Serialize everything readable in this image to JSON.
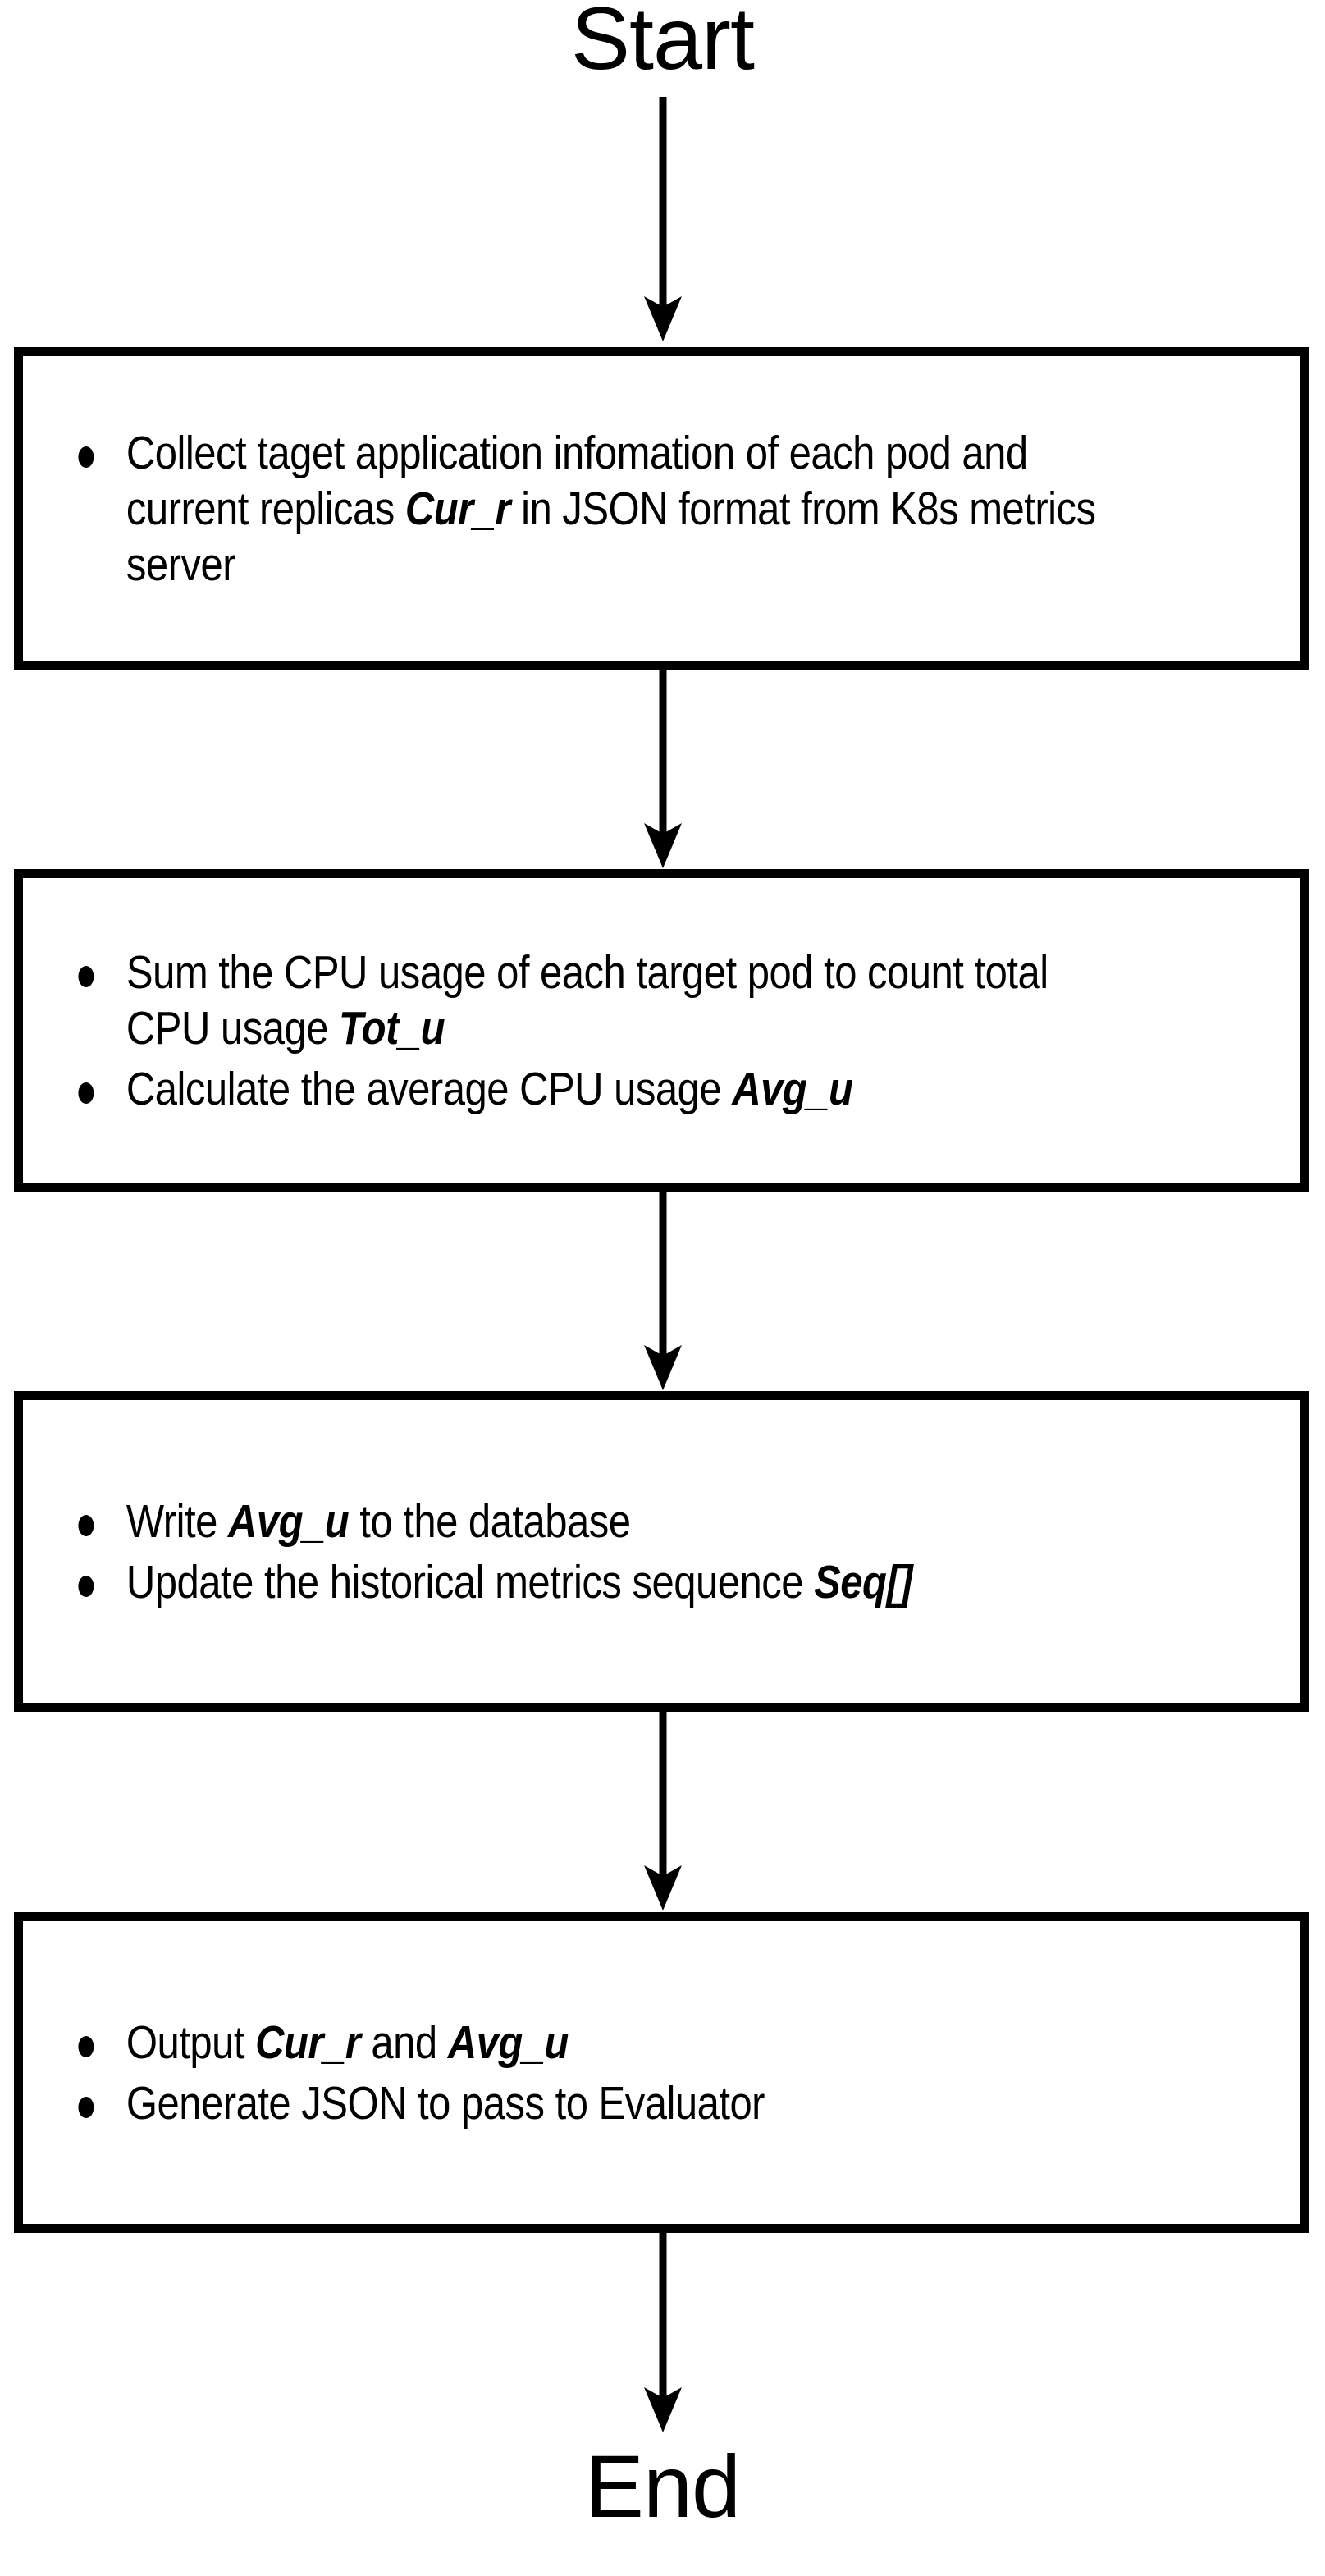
{
  "diagram": {
    "title_start": "Start",
    "title_end": "End",
    "background_color": "#ffffff",
    "stroke_color": "#000000",
    "type": "flowchart",
    "orientation": "vertical-top-to-bottom"
  },
  "nodes": [
    {
      "id": "start",
      "kind": "terminal",
      "label": "Start"
    },
    {
      "id": "box-1",
      "kind": "process",
      "bullets": [
        {
          "segments": [
            {
              "text": "Collect taget application infomation of each pod and current replicas ",
              "style": "normal"
            },
            {
              "text": "Cur_r",
              "style": "variable"
            },
            {
              "text": " in JSON format from K8s metrics server",
              "style": "normal"
            }
          ],
          "plain": "Collect taget application infomation of each pod and current replicas Cur_r in JSON format from K8s metrics server"
        }
      ]
    },
    {
      "id": "box-2",
      "kind": "process",
      "bullets": [
        {
          "segments": [
            {
              "text": "Sum the CPU usage of each target pod to count total CPU usage ",
              "style": "normal"
            },
            {
              "text": "Tot_u",
              "style": "variable"
            }
          ],
          "plain": "Sum the CPU usage of each target pod to count total CPU usage Tot_u"
        },
        {
          "segments": [
            {
              "text": "Calculate the average CPU usage ",
              "style": "normal"
            },
            {
              "text": "Avg_u",
              "style": "variable"
            }
          ],
          "plain": "Calculate the average CPU usage Avg_u"
        }
      ]
    },
    {
      "id": "box-3",
      "kind": "process",
      "bullets": [
        {
          "segments": [
            {
              "text": "Write ",
              "style": "normal"
            },
            {
              "text": "Avg_u",
              "style": "variable"
            },
            {
              "text": " to the database",
              "style": "normal"
            }
          ],
          "plain": "Write Avg_u to the database"
        },
        {
          "segments": [
            {
              "text": "Update the historical metrics sequence ",
              "style": "normal"
            },
            {
              "text": "Seq[]",
              "style": "variable"
            }
          ],
          "plain": "Update the historical metrics sequence Seq[]"
        }
      ]
    },
    {
      "id": "box-4",
      "kind": "process",
      "bullets": [
        {
          "segments": [
            {
              "text": "Output ",
              "style": "normal"
            },
            {
              "text": "Cur_r",
              "style": "variable"
            },
            {
              "text": "  and ",
              "style": "normal"
            },
            {
              "text": "Avg_u",
              "style": "variable"
            }
          ],
          "plain": "Output Cur_r  and Avg_u"
        },
        {
          "segments": [
            {
              "text": "Generate JSON to pass to Evaluator",
              "style": "normal"
            }
          ],
          "plain": "Generate JSON to pass to Evaluator"
        }
      ]
    },
    {
      "id": "end",
      "kind": "terminal",
      "label": "End"
    }
  ],
  "edges": [
    {
      "id": "edge-start-box1",
      "from": "start",
      "to": "box-1",
      "arrow": "down"
    },
    {
      "id": "edge-box1-box2",
      "from": "box-1",
      "to": "box-2",
      "arrow": "down"
    },
    {
      "id": "edge-box2-box3",
      "from": "box-2",
      "to": "box-3",
      "arrow": "down"
    },
    {
      "id": "edge-box3-box4",
      "from": "box-3",
      "to": "box-4",
      "arrow": "down"
    },
    {
      "id": "edge-box4-end",
      "from": "box-4",
      "to": "end",
      "arrow": "down"
    }
  ],
  "box_text": {
    "b1_l1_a": "Collect taget application infomation of each pod and current replicas ",
    "b1_l1_var": "Cur_r",
    "b1_l1_b": " in JSON format from K8s metrics server",
    "b2_l1_a": "Sum the CPU usage of each target pod to count total CPU usage ",
    "b2_l1_var": "Tot_u",
    "b2_l2_a": "Calculate the average CPU usage ",
    "b2_l2_var": "Avg_u",
    "b3_l1_a": "Write ",
    "b3_l1_var": "Avg_u",
    "b3_l1_b": " to the database",
    "b3_l2_a": "Update the historical metrics sequence ",
    "b3_l2_var": "Seq[]",
    "b4_l1_a": "Output ",
    "b4_l1_var": "Cur_r",
    "b4_l1_b": "  and ",
    "b4_l1_var2": "Avg_u",
    "b4_l2_a": "Generate JSON to pass to Evaluator"
  }
}
